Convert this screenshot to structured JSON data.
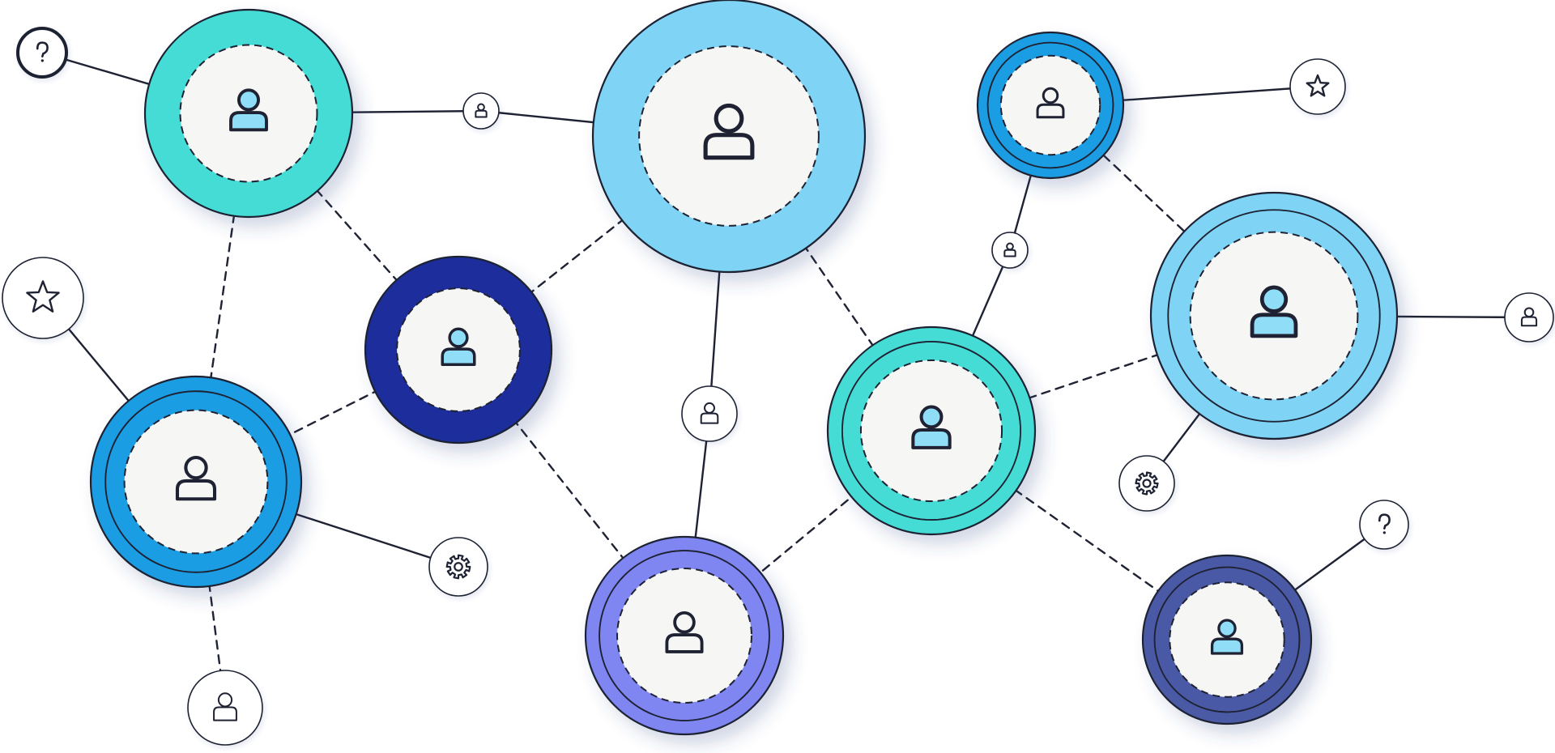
{
  "colors": {
    "teal": "#45DCD6",
    "sky": "#7FD4F5",
    "blue": "#1C9DE3",
    "navy": "#1F2D9B",
    "periwinkle": "#7F86F2",
    "slate": "#4B5AA5",
    "node_center": "#F6F6F4",
    "outline": "#1E2233",
    "icon_fill": "#8FDDF6"
  },
  "nodes": [
    {
      "id": "n1",
      "name": "profile-node-teal-top-left",
      "style": "teal",
      "icon": "person-icon-filled"
    },
    {
      "id": "n2",
      "name": "profile-node-sky-center",
      "style": "sky",
      "icon": "person-icon-outline"
    },
    {
      "id": "n3",
      "name": "profile-node-blue-top-right",
      "style": "blue",
      "icon": "person-icon-outline"
    },
    {
      "id": "n4",
      "name": "profile-node-navy-middle",
      "style": "navy",
      "icon": "person-icon-filled"
    },
    {
      "id": "n5",
      "name": "profile-node-blue-left",
      "style": "blue",
      "icon": "person-icon-outline"
    },
    {
      "id": "n6",
      "name": "profile-node-teal-center-right",
      "style": "teal",
      "icon": "person-icon-filled"
    },
    {
      "id": "n7",
      "name": "profile-node-sky-right",
      "style": "sky",
      "icon": "person-icon-filled"
    },
    {
      "id": "n8",
      "name": "profile-node-periwinkle-bottom",
      "style": "periwinkle",
      "icon": "person-icon-outline"
    },
    {
      "id": "n9",
      "name": "profile-node-slate-bottom-right",
      "style": "slate",
      "icon": "person-icon-filled"
    }
  ],
  "badges": [
    {
      "id": "b1",
      "name": "help-badge-top-left",
      "icon": "question-mark-icon"
    },
    {
      "id": "b2",
      "name": "user-badge-top",
      "icon": "user-icon"
    },
    {
      "id": "b3",
      "name": "star-badge-left",
      "icon": "star-icon"
    },
    {
      "id": "b4",
      "name": "settings-badge-left",
      "icon": "gear-icon"
    },
    {
      "id": "b5",
      "name": "user-badge-bottom-left",
      "icon": "user-icon"
    },
    {
      "id": "b6",
      "name": "user-badge-center",
      "icon": "user-icon"
    },
    {
      "id": "b7",
      "name": "user-badge-top-right",
      "icon": "user-icon"
    },
    {
      "id": "b8",
      "name": "star-badge-top-right",
      "icon": "star-icon"
    },
    {
      "id": "b9",
      "name": "user-badge-right-edge",
      "icon": "user-icon"
    },
    {
      "id": "b10",
      "name": "settings-badge-right",
      "icon": "gear-icon"
    },
    {
      "id": "b11",
      "name": "help-badge-bottom-right",
      "icon": "question-mark-icon"
    }
  ],
  "links": [
    {
      "from": "b1",
      "to": "n1",
      "line": "solid"
    },
    {
      "from": "n1",
      "to": "b2",
      "line": "solid"
    },
    {
      "from": "b2",
      "to": "n2",
      "line": "solid"
    },
    {
      "from": "n1",
      "to": "n4",
      "line": "dashed"
    },
    {
      "from": "n1",
      "to": "n5",
      "line": "dashed"
    },
    {
      "from": "b3",
      "to": "n5",
      "line": "solid"
    },
    {
      "from": "n4",
      "to": "n5",
      "line": "dashed"
    },
    {
      "from": "n4",
      "to": "n2",
      "line": "dashed"
    },
    {
      "from": "n5",
      "to": "b4",
      "line": "solid"
    },
    {
      "from": "n5",
      "to": "b5",
      "line": "dashed"
    },
    {
      "from": "n4",
      "to": "n8",
      "line": "dashed"
    },
    {
      "from": "n2",
      "to": "b6",
      "line": "solid"
    },
    {
      "from": "b6",
      "to": "n8",
      "line": "solid"
    },
    {
      "from": "n2",
      "to": "n6",
      "line": "dashed"
    },
    {
      "from": "n8",
      "to": "n6",
      "line": "dashed"
    },
    {
      "from": "n3",
      "to": "b7",
      "line": "solid"
    },
    {
      "from": "b7",
      "to": "n6",
      "line": "solid"
    },
    {
      "from": "n3",
      "to": "b8",
      "line": "solid"
    },
    {
      "from": "n3",
      "to": "n7",
      "line": "dashed"
    },
    {
      "from": "n6",
      "to": "n7",
      "line": "dashed"
    },
    {
      "from": "n7",
      "to": "b9",
      "line": "solid"
    },
    {
      "from": "n7",
      "to": "b10",
      "line": "solid"
    },
    {
      "from": "n6",
      "to": "n9",
      "line": "dashed"
    },
    {
      "from": "n9",
      "to": "b11",
      "line": "solid"
    }
  ]
}
